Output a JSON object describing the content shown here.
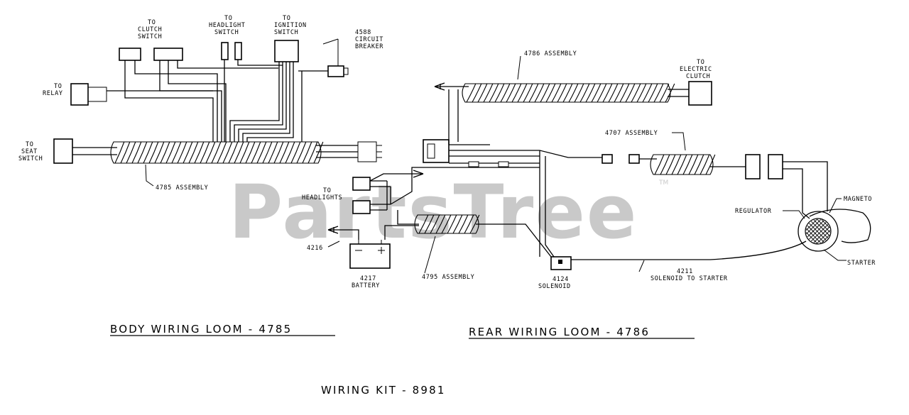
{
  "watermark": {
    "text": "PartsTree",
    "mark": "TM"
  },
  "labels": {
    "to_clutch_switch": [
      "TO",
      "CLUTCH",
      "SWITCH"
    ],
    "to_headlight_switch": [
      "TO",
      "HEADLIGHT",
      "SWITCH"
    ],
    "to_ignition_switch": [
      "TO",
      "IGNITION",
      "SWITCH"
    ],
    "circuit_breaker": [
      "4588",
      "CIRCUIT",
      "BREAKER"
    ],
    "to_relay": [
      "TO",
      "RELAY"
    ],
    "to_seat_switch": [
      "TO",
      "SEAT",
      "SWITCH"
    ],
    "assembly_4785": "4785 ASSEMBLY",
    "assembly_4786": "4786 ASSEMBLY",
    "to_electric_clutch": [
      "TO",
      "ELECTRIC",
      "CLUTCH"
    ],
    "assembly_4707": "4707 ASSEMBLY",
    "to_headlights": [
      "TO",
      "HEADLIGHTS"
    ],
    "part_4216": "4216",
    "battery": [
      "4217",
      "BATTERY"
    ],
    "assembly_4795": "4795 ASSEMBLY",
    "solenoid": [
      "4124",
      "SOLENOID"
    ],
    "solenoid_to_starter": [
      "4211",
      "SOLENOID TO STARTER"
    ],
    "regulator": "REGULATOR",
    "magneto": "MAGNETO",
    "starter": "STARTER"
  },
  "titles": {
    "body_loom": "BODY WIRING LOOM - 4785",
    "rear_loom": "REAR WIRING LOOM - 4786",
    "kit": "WIRING KIT - 8981"
  }
}
